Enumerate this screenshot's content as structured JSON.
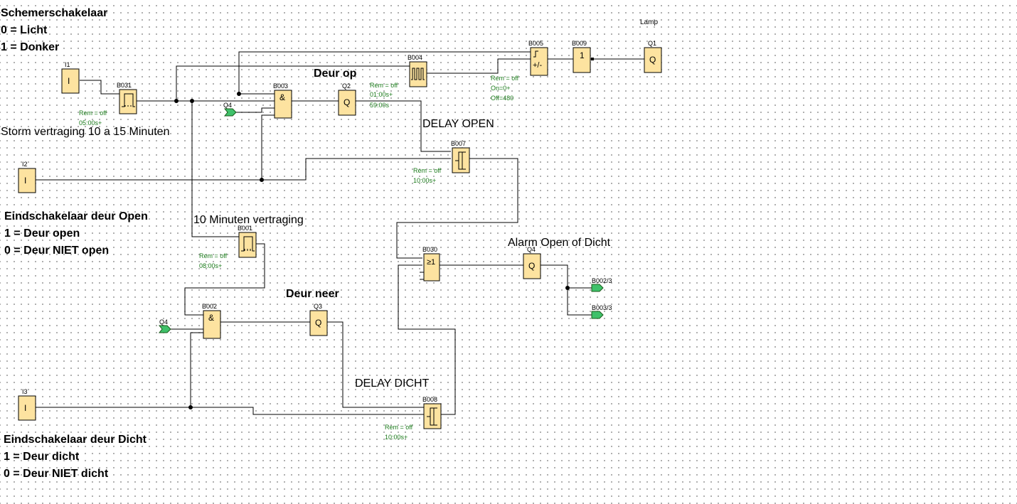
{
  "labels": {
    "schemer_title": "Schemerschakelaar",
    "schemer_0": "0 = Licht",
    "schemer_1": "1 = Donker",
    "lamp": "Lamp",
    "deur_op": "Deur op",
    "delay_open": "DELAY OPEN",
    "storm": "Storm vertraging 10 a 15 Minuten",
    "open_title": "Eindschakelaar deur Open",
    "open_1": "1 = Deur open",
    "open_0": "0 = Deur NIET open",
    "tien_min": "10 Minuten vertraging",
    "alarm": "Alarm Open of Dicht",
    "deur_neer": "Deur neer",
    "delay_dicht": "DELAY DICHT",
    "dicht_title": "Eindschakelaar deur Dicht",
    "dicht_1": "1 = Deur dicht",
    "dicht_0": "0 = Deur NIET dicht"
  },
  "blocks": {
    "I1": {
      "id": "I1",
      "symbol": "I"
    },
    "I2": {
      "id": "I2",
      "symbol": "I"
    },
    "I3": {
      "id": "I3",
      "symbol": "I"
    },
    "B031": {
      "id": "B031",
      "p1": "Rem = off",
      "p2": "05:00s+"
    },
    "B003": {
      "id": "B003",
      "symbol": "&"
    },
    "Q2": {
      "id": "Q2",
      "symbol": "Q"
    },
    "B004": {
      "id": "B004",
      "p1": "Rem = off",
      "p2": "01:00s+",
      "p3": "59:00s"
    },
    "B005": {
      "id": "B005",
      "p1": "Rem = off",
      "p2": "On=0+",
      "p3": "Off=480",
      "symbol": "+/-"
    },
    "B009": {
      "id": "B009",
      "symbol": "1"
    },
    "Q1": {
      "id": "Q1",
      "symbol": "Q"
    },
    "B007": {
      "id": "B007",
      "p1": "Rem = off",
      "p2": "10:00s+"
    },
    "B001": {
      "id": "B001",
      "p1": "Rem = off",
      "p2": "08:00s+"
    },
    "B030": {
      "id": "B030",
      "symbol": "≥1"
    },
    "Q4": {
      "id": "Q4",
      "symbol": "Q"
    },
    "B002": {
      "id": "B002",
      "symbol": "&"
    },
    "Q3": {
      "id": "Q3",
      "symbol": "Q"
    },
    "B008": {
      "id": "B008",
      "p1": "Rem = off",
      "p2": "10:00s+"
    }
  },
  "flags": {
    "q4_in_top": "Q4",
    "q4_in_bottom": "Q4",
    "out1": "B002/3",
    "out2": "B003/3"
  }
}
